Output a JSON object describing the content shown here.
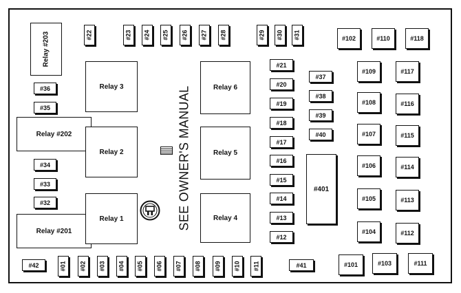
{
  "manual_text": "SEE OWNER'S MANUAL",
  "relays": {
    "r203": "Relay #203",
    "r202": "Relay  #202",
    "r201": "Relay  #201",
    "r1": "Relay 1",
    "r2": "Relay 2",
    "r3": "Relay 3",
    "r4": "Relay 4",
    "r5": "Relay 5",
    "r6": "Relay 6"
  },
  "fuses": {
    "f01": "#01",
    "f02": "#02",
    "f03": "#03",
    "f04": "#04",
    "f05": "#05",
    "f06": "#06",
    "f07": "#07",
    "f08": "#08",
    "f09": "#09",
    "f10": "#10",
    "f11": "#11",
    "f12": "#12",
    "f13": "#13",
    "f14": "#14",
    "f15": "#15",
    "f16": "#16",
    "f17": "#17",
    "f18": "#18",
    "f19": "#19",
    "f20": "#20",
    "f21": "#21",
    "f22": "#22",
    "f23": "#23",
    "f24": "#24",
    "f25": "#25",
    "f26": "#26",
    "f27": "#27",
    "f28": "#28",
    "f29": "#29",
    "f30": "#30",
    "f31": "#31",
    "f32": "#32",
    "f33": "#33",
    "f34": "#34",
    "f35": "#35",
    "f36": "#36",
    "f37": "#37",
    "f38": "#38",
    "f39": "#39",
    "f40": "#40",
    "f41": "#41",
    "f42": "#42",
    "f101": "#101",
    "f102": "#102",
    "f103": "#103",
    "f104": "#104",
    "f105": "#105",
    "f106": "#106",
    "f107": "#107",
    "f108": "#108",
    "f109": "#109",
    "f110": "#110",
    "f111": "#111",
    "f112": "#112",
    "f113": "#113",
    "f114": "#114",
    "f115": "#115",
    "f116": "#116",
    "f117": "#117",
    "f118": "#118",
    "f401": "#401"
  }
}
